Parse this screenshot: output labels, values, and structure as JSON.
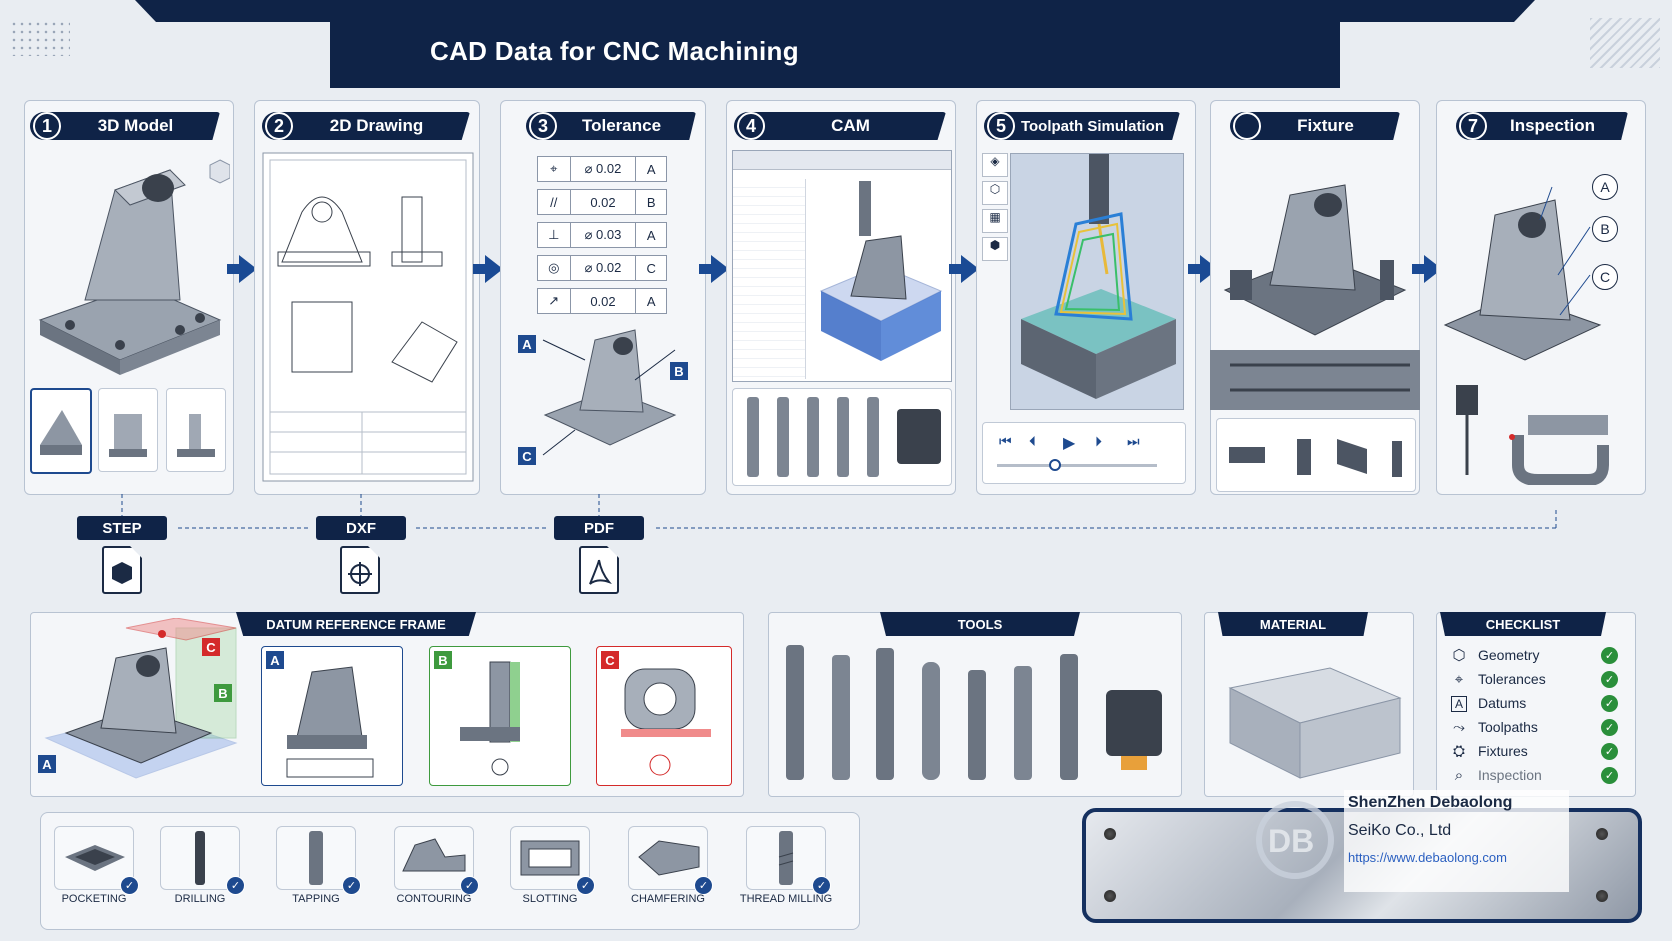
{
  "title": "CAD Data for CNC Machining",
  "stages": [
    {
      "num": "1",
      "label": "3D Model"
    },
    {
      "num": "2",
      "label": "2D Drawing"
    },
    {
      "num": "3",
      "label": "Tolerance"
    },
    {
      "num": "4",
      "label": "CAM"
    },
    {
      "num": "5",
      "label": "Toolpath Simulation"
    },
    {
      "num": "",
      "label": "Fixture"
    },
    {
      "num": "7",
      "label": "Inspection"
    }
  ],
  "tolerance_rows": [
    {
      "symbol": "⌖",
      "value": "⌀ 0.02",
      "datum": "A"
    },
    {
      "symbol": "//",
      "value": "0.02",
      "datum": "B"
    },
    {
      "symbol": "⊥",
      "value": "⌀ 0.03",
      "datum": "A"
    },
    {
      "symbol": "◎",
      "value": "⌀ 0.02",
      "datum": "C"
    },
    {
      "symbol": "↗",
      "value": "0.02",
      "datum": "A"
    }
  ],
  "datum_labels": [
    "A",
    "B",
    "C"
  ],
  "formats": [
    "STEP",
    "DXF",
    "PDF"
  ],
  "panels": {
    "datum_frame": "DATUM REFERENCE FRAME",
    "tools": "TOOLS",
    "material": "MATERIAL",
    "checklist": "CHECKLIST"
  },
  "checklist": [
    {
      "icon": "cube-icon",
      "label": "Geometry"
    },
    {
      "icon": "crosshair-icon",
      "label": "Tolerances"
    },
    {
      "icon": "datum-a-icon",
      "label": "Datums"
    },
    {
      "icon": "toolpath-icon",
      "label": "Toolpaths"
    },
    {
      "icon": "fixture-icon",
      "label": "Fixtures"
    },
    {
      "icon": "magnifier-icon",
      "label": "Inspection"
    }
  ],
  "operations": [
    "POCKETING",
    "DRILLING",
    "TAPPING",
    "CONTOURING",
    "SLOTTING",
    "CHAMFERING",
    "THREAD  MILLING"
  ],
  "brand": {
    "name": "ShenZhen Debaolong",
    "company": "SeiKo Co., Ltd",
    "url": "https://www.debaolong.com"
  },
  "colors": {
    "navy": "#0f2347",
    "accent_blue": "#1a4a94",
    "datum_red": "#d42a2a",
    "datum_green": "#3e9a3e",
    "check_green": "#2a8f3b"
  }
}
